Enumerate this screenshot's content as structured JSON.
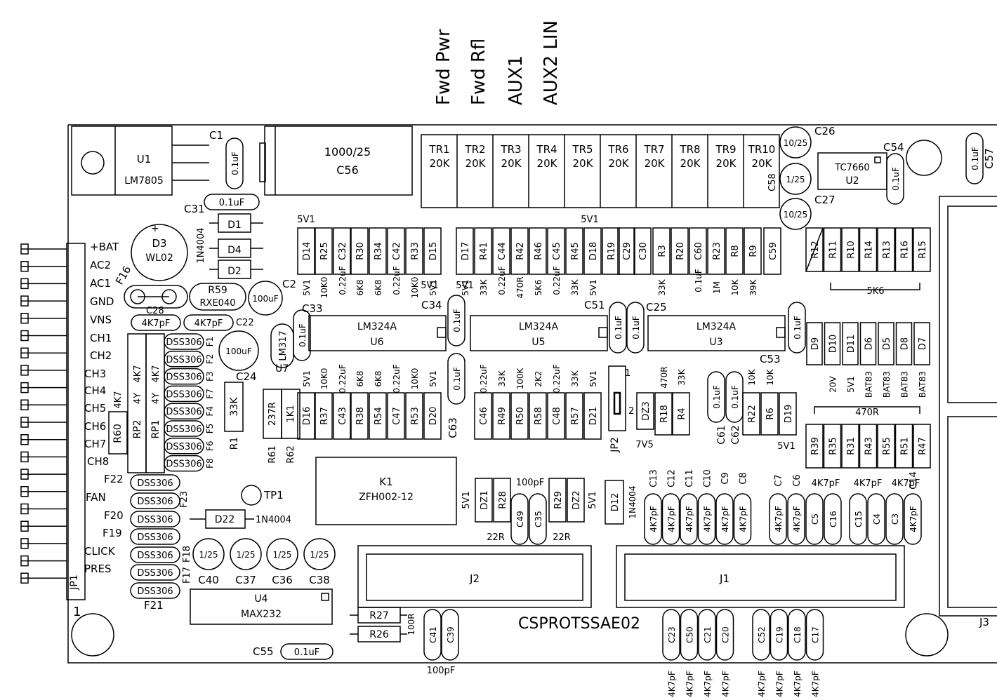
{
  "header_labels": [
    "Fwd Pwr",
    "Fwd Rfl",
    "AUX1",
    "AUX2 LIN"
  ],
  "board_id": "CSPROTSSAE02",
  "u1": {
    "ref": "U1",
    "part": "LM7805"
  },
  "c1": "C1",
  "c56": {
    "value": "1000/25",
    "ref": "C56"
  },
  "trimmers": [
    {
      "ref": "TR1",
      "value": "20K"
    },
    {
      "ref": "TR2",
      "value": "20K"
    },
    {
      "ref": "TR3",
      "value": "20K"
    },
    {
      "ref": "TR4",
      "value": "20K"
    },
    {
      "ref": "TR5",
      "value": "20K"
    },
    {
      "ref": "TR6",
      "value": "20K"
    },
    {
      "ref": "TR7",
      "value": "20K"
    },
    {
      "ref": "TR8",
      "value": "20K"
    },
    {
      "ref": "TR9",
      "value": "20K"
    },
    {
      "ref": "TR10",
      "value": "20K"
    }
  ],
  "c26": {
    "ref": "C26",
    "value": "10/25"
  },
  "c27": {
    "ref": "C27",
    "value": "10/25"
  },
  "c58": {
    "ref": "C58",
    "value": "1/25"
  },
  "u2": {
    "ref": "U2",
    "part": "TC7660"
  },
  "c54": "C54",
  "c57": "C57",
  "cap_0u1": "0.1uF",
  "c31": "C31",
  "d3": {
    "ref": "D3",
    "part": "WL02"
  },
  "d1": "D1",
  "d4": "D4",
  "d2": "D2",
  "d_1n4004": "1N4004",
  "pin_labels": [
    "+BAT",
    "AC2",
    "AC1",
    "GND",
    "VNS",
    "CH1",
    "CH2",
    "CH3",
    "CH4",
    "CH5",
    "CH6",
    "CH7",
    "CH8",
    "F22",
    "FAN",
    "F20",
    "F19",
    "CLICK",
    "PRES",
    "F21"
  ],
  "jp1": "JP1",
  "pin1": "1",
  "f16": "F16",
  "r59": {
    "ref": "R59",
    "part": "RXE040"
  },
  "c2": {
    "ref": "C2",
    "value": "100uF"
  },
  "c28": {
    "ref": "C28",
    "value": "4K7pF"
  },
  "c22": {
    "ref": "C22",
    "value": "4K7pF"
  },
  "c24": {
    "ref": "C24",
    "value": "100uF"
  },
  "u7": {
    "ref": "U7",
    "part": "LM317"
  },
  "rp2": {
    "ref": "RP2",
    "value": "4K7",
    "type": "4Y"
  },
  "rp1": {
    "ref": "RP1",
    "value": "4K7",
    "type": "4Y"
  },
  "dss_left": [
    {
      "name": "DSS306",
      "f": "F1"
    },
    {
      "name": "DSS306",
      "f": "F2"
    },
    {
      "name": "DSS306",
      "f": "F3"
    },
    {
      "name": "DSS306",
      "f": "F7"
    },
    {
      "name": "DSS306",
      "f": "F4"
    },
    {
      "name": "DSS306",
      "f": "F5"
    },
    {
      "name": "DSS306",
      "f": "F6"
    },
    {
      "name": "DSS306",
      "f": "F8"
    }
  ],
  "dss_bottom": [
    "DSS306",
    "DSS306",
    "DSS306",
    "DSS306",
    "DSS306",
    "DSS306",
    "DSS306"
  ],
  "f23": "F23",
  "f18": "F18",
  "f17": "F17",
  "r60": {
    "ref": "R60",
    "value": "4K7"
  },
  "r1": {
    "ref": "R1",
    "value": "33K"
  },
  "r61": {
    "ref": "R61",
    "value": "237R"
  },
  "r62": {
    "ref": "R62",
    "value": "1K1"
  },
  "tp1": "TP1",
  "d22": "D22",
  "opamps": [
    {
      "part": "LM324A",
      "ref": "U6"
    },
    {
      "part": "LM324A",
      "ref": "U5"
    },
    {
      "part": "LM324A",
      "ref": "U3"
    }
  ],
  "c33": "C33",
  "c34": "C34",
  "c51": "C51",
  "c25": "C25",
  "top_row": [
    {
      "ref": "D14",
      "val": "5V1"
    },
    {
      "ref": "R25",
      "val": "10K0"
    },
    {
      "ref": "C32",
      "val": "0.22uF"
    },
    {
      "ref": "R30",
      "val": "6K8"
    },
    {
      "ref": "R34",
      "val": "6K8"
    },
    {
      "ref": "C42",
      "val": "0.22uF"
    },
    {
      "ref": "R33",
      "val": "10K0"
    },
    {
      "ref": "D15",
      "val": "5V1"
    },
    {
      "ref": "D17",
      "val": "5V1"
    },
    {
      "ref": "R41",
      "val": "33K"
    },
    {
      "ref": "C44",
      "val": "0.22uF"
    },
    {
      "ref": "R42",
      "val": "470R"
    },
    {
      "ref": "R46",
      "val": "5K6"
    },
    {
      "ref": "C45",
      "val": "0.22uF"
    },
    {
      "ref": "R45",
      "val": "33K"
    },
    {
      "ref": "D18",
      "val": "5V1"
    },
    {
      "ref": "R19",
      "val": ""
    },
    {
      "ref": "C29",
      "val": ""
    },
    {
      "ref": "C30",
      "val": ""
    },
    {
      "ref": "R3",
      "val": "33K"
    },
    {
      "ref": "R20",
      "val": ""
    },
    {
      "ref": "C60",
      "val": "0.1uF"
    },
    {
      "ref": "R23",
      "val": "1M"
    },
    {
      "ref": "R8",
      "val": "10K"
    },
    {
      "ref": "R9",
      "val": "39K"
    },
    {
      "ref": "C59",
      "val": ""
    }
  ],
  "right_res": [
    "R12",
    "R11",
    "R10",
    "R14",
    "R13",
    "R16",
    "R15"
  ],
  "r_5k6": "5K6",
  "diodes_right": [
    {
      "ref": "D9",
      "val": ""
    },
    {
      "ref": "D10",
      "val": "20V"
    },
    {
      "ref": "D11",
      "val": "5V1"
    },
    {
      "ref": "D6",
      "val": "BAT83"
    },
    {
      "ref": "D5",
      "val": "BAT83"
    },
    {
      "ref": "D8",
      "val": "BAT83"
    },
    {
      "ref": "D7",
      "val": "BAT83"
    }
  ],
  "mid_row": [
    {
      "ref": "D16",
      "val": "5V1"
    },
    {
      "ref": "R37",
      "val": "10K0"
    },
    {
      "ref": "C43",
      "val": "0.22uF"
    },
    {
      "ref": "R38",
      "val": "6K8"
    },
    {
      "ref": "R54",
      "val": "6K8"
    },
    {
      "ref": "C47",
      "val": "0.22uF"
    },
    {
      "ref": "R53",
      "val": "10K0"
    },
    {
      "ref": "D20",
      "val": "5V1"
    },
    {
      "ref": "C46",
      "val": "0.22uF"
    },
    {
      "ref": "R49",
      "val": "33K"
    },
    {
      "ref": "R50",
      "val": "100K"
    },
    {
      "ref": "R58",
      "val": "2K2"
    },
    {
      "ref": "C48",
      "val": "0.22uF"
    },
    {
      "ref": "R57",
      "val": "33K"
    },
    {
      "ref": "D21",
      "val": "5V1"
    }
  ],
  "c63": "C63",
  "jp2": "JP2",
  "jp2_pin1": "1",
  "jp2_pin2": "2",
  "dz3": {
    "ref": "DZ3",
    "val": "7V5"
  },
  "r18": {
    "ref": "R18",
    "val": "470R"
  },
  "r4": {
    "ref": "R4",
    "val": "33K"
  },
  "c61": "C61",
  "c62": "C62",
  "r22": {
    "ref": "R22",
    "val": "10K"
  },
  "r6": {
    "ref": "R6",
    "val": "10K"
  },
  "c53": "C53",
  "d19": {
    "ref": "D19",
    "val": "5V1"
  },
  "res_470r": [
    "R39",
    "R35",
    "R31",
    "R43",
    "R55",
    "R51",
    "R47"
  ],
  "r_470r": "470R",
  "k1": {
    "ref": "K1",
    "part": "ZFH002-12"
  },
  "dz1": {
    "ref": "DZ1",
    "val": "5V1"
  },
  "r28": {
    "ref": "R28",
    "val": "22R"
  },
  "c49": "C49",
  "c35": "C35",
  "c_100pf": "100pF",
  "r29": {
    "ref": "R29",
    "val": "22R"
  },
  "dz2": {
    "ref": "DZ2",
    "val": "5V1"
  },
  "d12": {
    "ref": "D12",
    "val": "1N4004"
  },
  "caps_mid": [
    "C13",
    "C12",
    "C11",
    "C10",
    "C9",
    "C8"
  ],
  "caps_right": [
    "C7",
    "C6",
    "C5",
    "C16",
    "C15",
    "C4",
    "C3",
    "C14"
  ],
  "v_4k7pf": "4K7pF",
  "elec_bottom": [
    {
      "ref": "C40",
      "val": "1/25"
    },
    {
      "ref": "C37",
      "val": "1/25"
    },
    {
      "ref": "C36",
      "val": "1/25"
    },
    {
      "ref": "C38",
      "val": "1/25"
    }
  ],
  "u4": {
    "ref": "U4",
    "part": "MAX232"
  },
  "c55": "C55",
  "r27": "R27",
  "r26": "R26",
  "r_100r": "100R",
  "c41": "C41",
  "c39": "C39",
  "j1": "J1",
  "j2": "J2",
  "j3": "J3",
  "caps_bottom1": [
    "C23",
    "C50",
    "C21",
    "C20"
  ],
  "caps_bottom2": [
    "C52",
    "C19",
    "C18",
    "C17"
  ]
}
